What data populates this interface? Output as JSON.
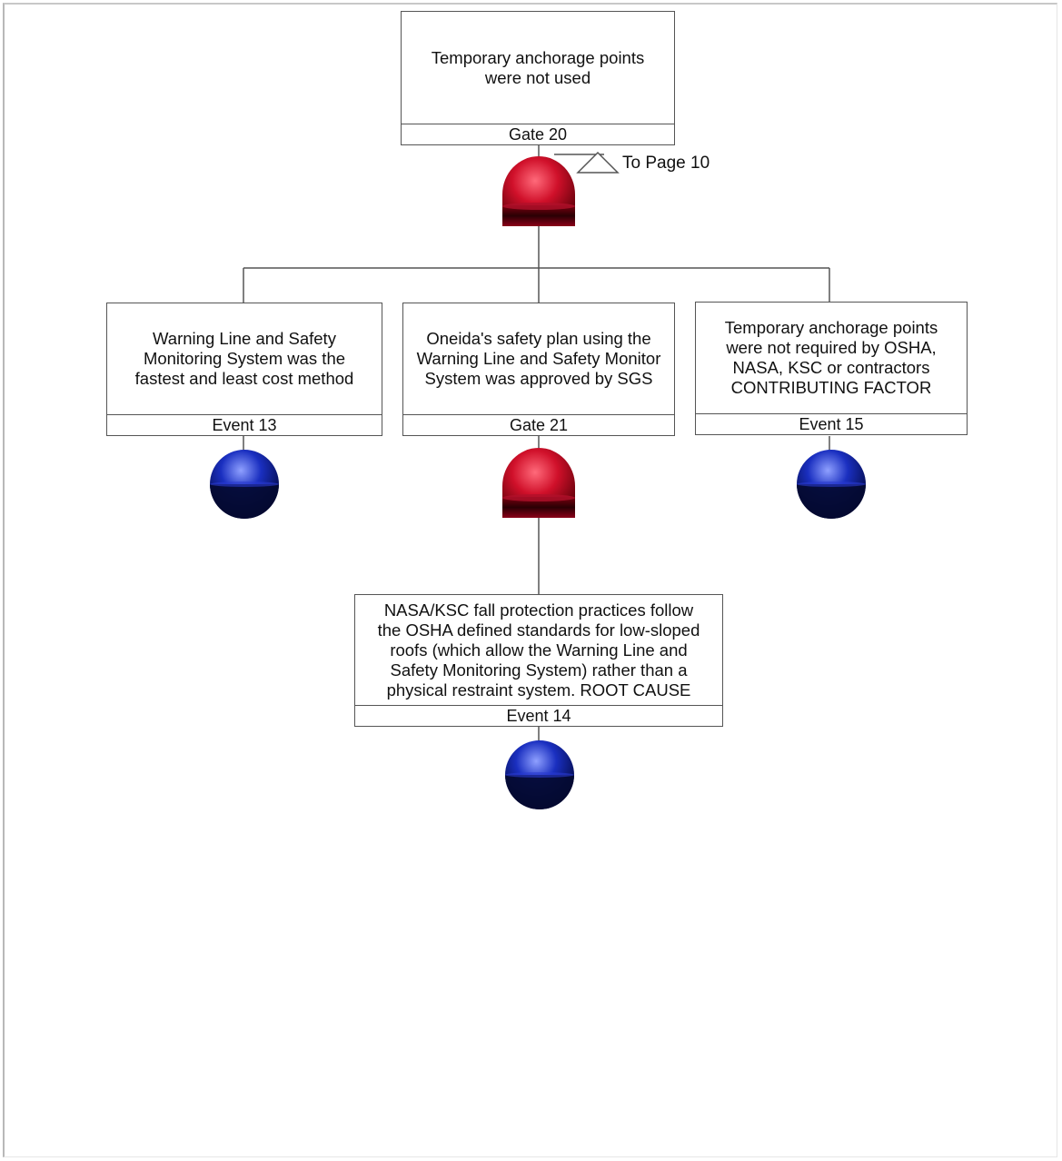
{
  "colors": {
    "gate_red": "#c8102e",
    "event_blue": "#0a1a8c",
    "line": "#555555"
  },
  "top_event": {
    "description": "Temporary anchorage points\nwere not used",
    "label": "Gate 20",
    "symbol": "and-gate-icon",
    "transfer_text": "To Page 10"
  },
  "children": [
    {
      "description": "Warning Line and Safety\nMonitoring System was the\nfastest and least cost method",
      "label": "Event 13",
      "symbol": "basic-event-icon"
    },
    {
      "description": "Oneida's safety plan using the\nWarning Line and Safety Monitor\nSystem was approved by SGS",
      "label": "Gate 21",
      "symbol": "and-gate-icon"
    },
    {
      "description": "Temporary anchorage points\nwere not required by OSHA,\nNASA, KSC or contractors\nCONTRIBUTING FACTOR",
      "label": "Event 15",
      "symbol": "basic-event-icon"
    }
  ],
  "grandchild": {
    "description": "NASA/KSC fall protection practices follow\nthe OSHA defined standards for low-sloped\nroofs (which allow the Warning Line and\nSafety Monitoring System) rather than a\nphysical restraint system.   ROOT CAUSE",
    "label": "Event 14",
    "symbol": "basic-event-icon"
  }
}
